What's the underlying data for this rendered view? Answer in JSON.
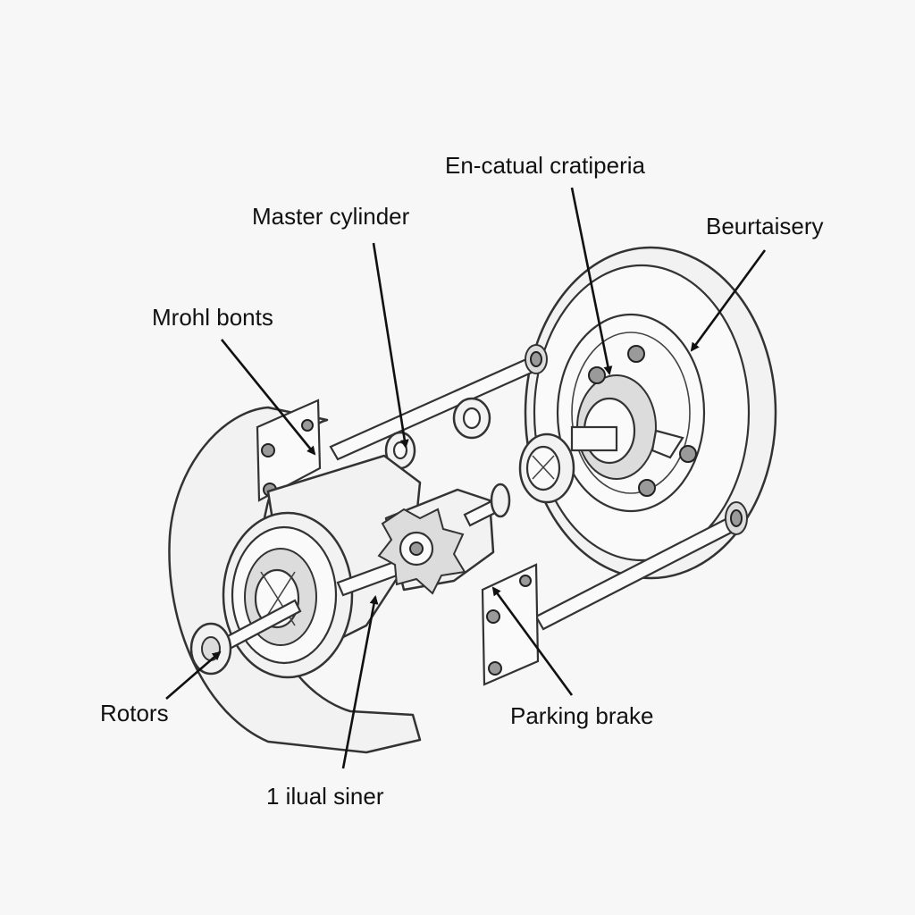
{
  "labels": {
    "en_catual": "En-catual cratiperia",
    "master_cylinder": "Master cylinder",
    "beurtaisery": "Beurtaisery",
    "mrohl_bonts": "Mrohl bonts",
    "rotors": "Rotors",
    "parking_brake": "Parking brake",
    "ilual_siner": "1 ilual siner"
  },
  "colors": {
    "line": "#333333",
    "fill": "#f2f2f2",
    "background": "#f7f7f7"
  }
}
